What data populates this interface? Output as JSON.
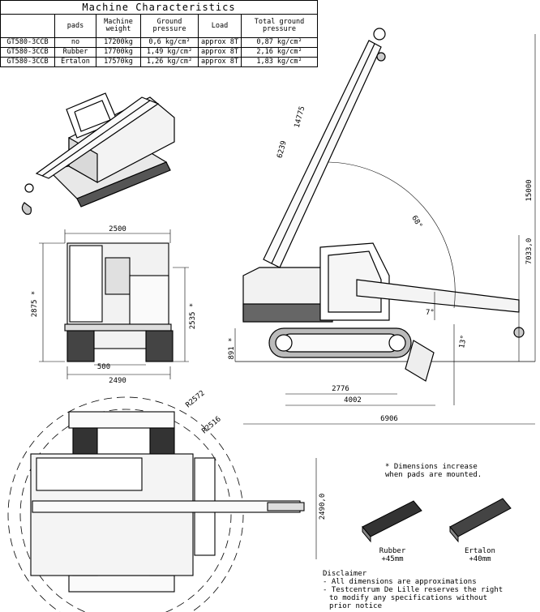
{
  "table": {
    "title": "Machine Characteristics",
    "headers": [
      "",
      "pads",
      "Machine weight",
      "Ground pressure",
      "Load",
      "Total ground pressure"
    ],
    "rows": [
      [
        "GT580-3CCB",
        "no",
        "17200kg",
        "0,6 kg/cm²",
        "approx 8T",
        "0,87 kg/cm²"
      ],
      [
        "GT580-3CCB",
        "Rubber",
        "17700kg",
        "1,49 kg/cm²",
        "approx 8T",
        "2,16 kg/cm²"
      ],
      [
        "GT580-3CCB",
        "Ertalon",
        "17570kg",
        "1,26 kg/cm²",
        "approx 8T",
        "1,83 kg/cm²"
      ]
    ]
  },
  "dims": {
    "front_width_top": "2500",
    "front_height_left": "2875 *",
    "front_height_right": "2535 *",
    "track_width": "500",
    "front_width_bottom": "2490",
    "boom_length_a": "6239",
    "boom_length_b": "14775",
    "tip_height_a": "7033,0",
    "tip_height_b": "15000",
    "boom_angle": "68°",
    "angle_small": "7°",
    "angle_tilt": "13°",
    "ground_clear": "891 *",
    "len_tracks": "2776",
    "len_body": "4002",
    "len_total": "6906",
    "radius_a": "R2572",
    "radius_b": "R2516",
    "top_width": "2490,0"
  },
  "notes": {
    "pads_line1": "* Dimensions increase",
    "pads_line2": "when pads are mounted.",
    "rubber_name": "Rubber",
    "rubber_add": "+45mm",
    "ertalon_name": "Ertalon",
    "ertalon_add": "+40mm",
    "disclaimer_title": "Disclaimer",
    "disclaimer_1": "- All dimensions are approximations",
    "disclaimer_2": "- Testcentrum De Lille reserves the right",
    "disclaimer_3": "to modify any specifications without",
    "disclaimer_4": "prior notice"
  }
}
